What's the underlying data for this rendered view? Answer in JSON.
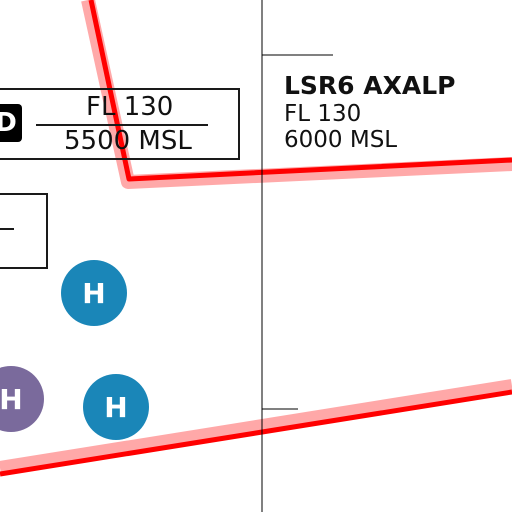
{
  "airspace_left": {
    "code_fragment": "D",
    "upper": "FL 130",
    "lower": "5500 MSL"
  },
  "airspace_right": {
    "name": "LSR6 AXALP",
    "upper": "FL 130",
    "lower": "6000 MSL"
  },
  "heliports": [
    {
      "symbol": "H",
      "color": "#1a86b8"
    },
    {
      "symbol": "H",
      "color": "#7a6a9c"
    },
    {
      "symbol": "H",
      "color": "#1a86b8"
    }
  ],
  "colors": {
    "restricted_boundary": "#ff0000",
    "boundary_halo": "#ffaaaa",
    "grid_line": "#000000"
  }
}
